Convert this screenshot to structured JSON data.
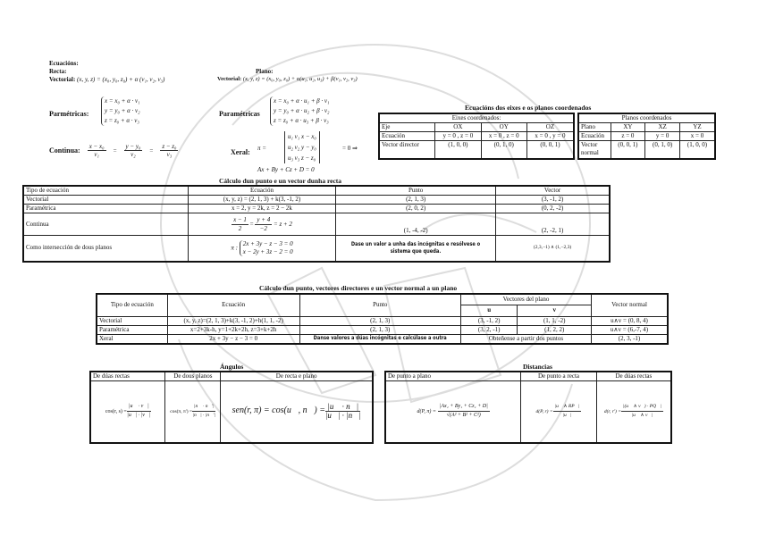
{
  "header": {
    "title": "Ecuacións:",
    "recta": "Recta:",
    "plano": "Plano:"
  },
  "recta": {
    "vectorial_label": "Vectorial:",
    "vectorial": "(x, y, z) = (x₀, y₀, z₀) + α (v₁, v₂, v₃)",
    "parametricas_label": "Parmétricas:",
    "parametricas": [
      "x = x₀ + α · v₁",
      "y = y₀ + α · v₂",
      "z = z₀ + α · v₃"
    ],
    "continua_label": "Continua:",
    "continua_num": [
      "x − x₀",
      "y − y₀",
      "z − z₀"
    ],
    "continua_den": [
      "v₁",
      "v₂",
      "v₃"
    ],
    "eq": "="
  },
  "plano": {
    "vectorial_label": "Vectorial:",
    "vectorial": "(x, y, z) = (x₀, y₀, z₀) + α(u₁, u₂, u₃) + β(v₁, v₂, v₃)",
    "parametricas_label": "Paramétricas",
    "parametricas": [
      "x = x₀ + α · u₁ + β · v₁",
      "y = y₀ + α · u₂ + β · v₂",
      "z = z₀ + α · u₃ + β · v₃"
    ],
    "xeral_label": "Xeral:",
    "pi": "π =",
    "det": [
      "u₁   v₁   x − x₀",
      "u₂   v₂   y − y₀",
      "u₃   v₃   z − z₀"
    ],
    "det_result": "= 0 ⇒",
    "xeral": "Ax + By + Cz + D = 0"
  },
  "coord": {
    "title": "Ecuacións dos eixes e os planos coordenados",
    "axes": {
      "caption": "Eixes coordenados:",
      "headers": [
        "Eje",
        "OX",
        "OY",
        "OZ"
      ],
      "rows": [
        [
          "Ecuación",
          "y = 0 , z = 0",
          "x = 0 , z = 0",
          "x = 0 , y = 0"
        ],
        [
          "Vector director",
          "(1, 0, 0)",
          "(0, 1, 0)",
          "(0, 0, 1)"
        ]
      ]
    },
    "planes": {
      "caption": "Planos coordenados",
      "headers": [
        "Plano",
        "XY",
        "XZ",
        "YZ"
      ],
      "rows": [
        [
          "Ecuación",
          "z = 0",
          "y = 0",
          "x = 0"
        ],
        [
          "Vector normal",
          "(0, 0, 1)",
          "(0, 1, 0)",
          "(1, 0, 0)"
        ]
      ]
    }
  },
  "recta_table": {
    "title": "Cálculo dun punto e un vector dunha recta",
    "headers": [
      "Tipo de ecuación",
      "Ecuación",
      "Punto",
      "Vector"
    ],
    "rows": [
      {
        "tipo": "Vectorial",
        "ecuacion": "(x, y, z) = (2, 1, 3) + k(3, -1, 2)",
        "punto": "(2, 1, 3)",
        "vector": "(3, -1, 2)"
      },
      {
        "tipo": "Paramétrica",
        "ecuacion": "x = 2, y = 2k, z = 2 − 2k",
        "punto": "(2, 0, 2)",
        "vector": "(0, 2, -2)"
      },
      {
        "tipo": "Continua",
        "ecuacion_num": [
          "x − 1",
          "y + 4"
        ],
        "ecuacion_den": [
          "2",
          "−2"
        ],
        "ecuacion_tail": "= z + 2",
        "punto": "(1, -4, -2)",
        "vector": "(2, -2, 1)"
      },
      {
        "tipo": "Como intersección de dous planos",
        "ecuacion_pi": "π :",
        "ecuacion_sys": [
          "2x + 3y − z − 3 = 0",
          "x − 2y + 3z − 2 = 0"
        ],
        "punto": "Dase un valor a unha das incógnitas e resólvese o sistema que queda.",
        "vector": "(2,3,−1) ∧ (1,−2,3)"
      }
    ]
  },
  "plano_table": {
    "title": "Cálculo dun punto, vectores directores  e un vector normal a un plano",
    "headers": [
      "Tipo de ecuación",
      "Ecuación",
      "Punto",
      "Vectores del plano",
      "Vector normal"
    ],
    "sub_headers": [
      "u",
      "v"
    ],
    "rows": [
      [
        "Vectorial",
        "(x, y, z)=(2, 1, 3)+k(3, -1, 2)+h(1, 1, -2)",
        "(2, 1, 3)",
        "(3, -1, 2)",
        "(1, 1, -2)",
        "u∧v = (0, 8, 4)"
      ],
      [
        "Paramétrica",
        "x=2+3k-h,   y=1+2k+2h,   z=3+k+2h",
        "(2, 1, 3)",
        "(3, 2, -1)",
        "(1, 2, 2)",
        "u∧v = (6,-7, 4)"
      ],
      [
        "Xeral",
        "2x + 3y − z − 3 = 0",
        "Danse valores a dúas incógnitas e calcúlase a outra",
        "Obteñense a partir dos puntos",
        "(2, 3, -1)"
      ]
    ]
  },
  "angulos": {
    "title": "Ángulos",
    "headers": [
      "De dúas rectas",
      "De dous planos",
      "De recta e plano"
    ],
    "formulas": [
      {
        "lhs": "cos(r, s) =",
        "num": "|u⃗ · v⃗|",
        "den": "|u⃗| · |v⃗|"
      },
      {
        "lhs": "cos(π, π') =",
        "num": "|n⃗ · n⃗'|",
        "den": "|n⃗| · |n⃗'|"
      },
      {
        "lhs": "sen(r, π) = cos(u⃗, n⃗) =",
        "num": "|u⃗ · n⃗|",
        "den": "|u⃗| · |n⃗|"
      }
    ]
  },
  "distancias": {
    "title": "Distancias",
    "headers": [
      "De  punto a plano",
      "De punto a recta",
      "De dúas rectas"
    ],
    "formulas": [
      {
        "lhs": "d(P, π)  =",
        "num": "|Ax₁ + By₁ + Cz₁ + D|",
        "den": "√(A² + B² + C²)"
      },
      {
        "lhs": "d(P, r) =",
        "num": "|u⃗ ∧ RP⃗|",
        "den": "|u⃗|"
      },
      {
        "lhs": "d(r, r') =",
        "num": "|(u⃗ ∧ v⃗) · PQ⃗|",
        "den": "|u⃗ ∧ v⃗|"
      }
    ]
  }
}
